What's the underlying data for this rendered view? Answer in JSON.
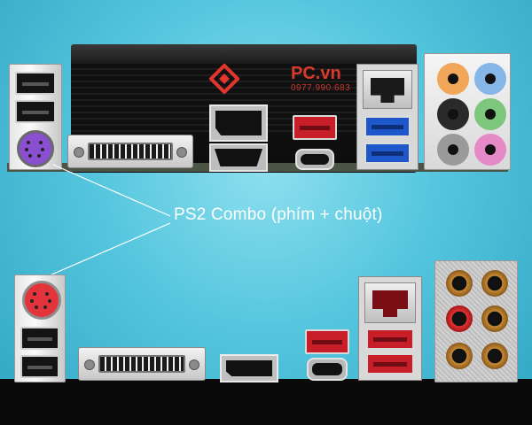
{
  "callout": {
    "label": "PS2 Combo (phím + chuột)"
  },
  "watermark": {
    "brand": "PC.vn",
    "phone": "0977.990.683"
  },
  "colors": {
    "background": "#55c6de",
    "ps2_top": "#8a4fd0",
    "ps2_bottom": "#e3343c",
    "usb3": "#1e57c9",
    "usb_red": "#c81e2a",
    "callout_line": "#ffffff"
  },
  "audio_jacks_top": [
    "#f2a65a",
    "#86b5e8",
    "#1a1a1a",
    "#7cc77c",
    "#9a9a9a",
    "#e68ac7"
  ]
}
